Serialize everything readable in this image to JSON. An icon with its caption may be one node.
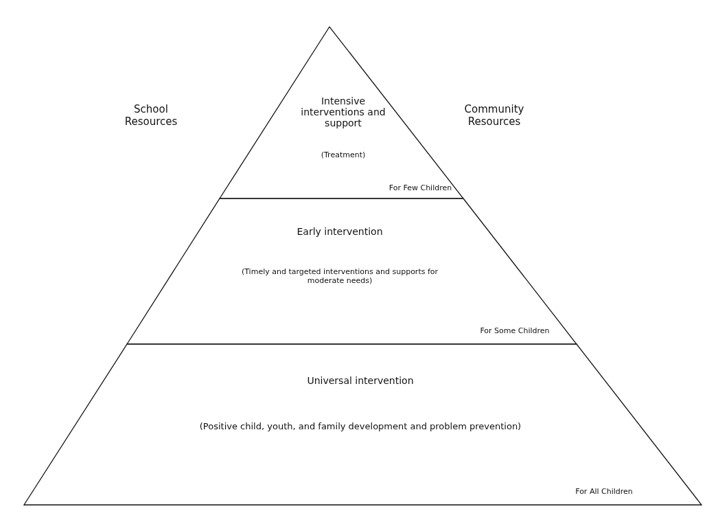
{
  "diagram": {
    "nodes": [
      {
        "text": [
          "Intensive interventions and support",
          "(Treatment)",
          "For Few Children"
        ]
      },
      {
        "text": [
          "Early intervention",
          "(Timely and targeted interventions and supports for moderate needs)",
          "For Some Children"
        ]
      },
      {
        "text": [
          "Universal intervention",
          "(Positive child, youth, and family development and problem prevention)",
          "For All Children"
        ]
      }
    ],
    "edges": [],
    "labels": [
      "School Resources",
      "Community Resources"
    ]
  }
}
